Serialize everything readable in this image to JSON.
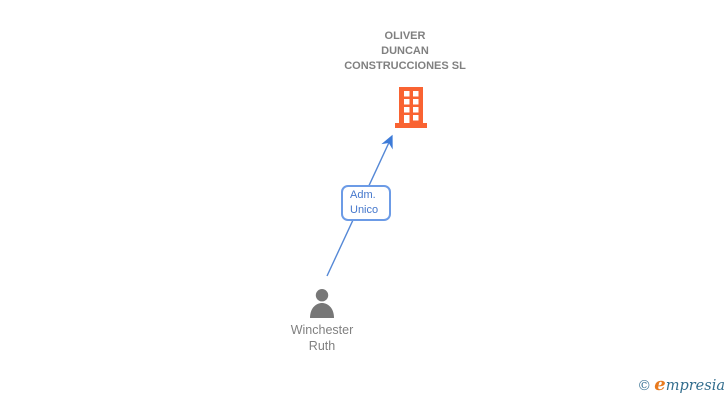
{
  "diagram": {
    "company": {
      "line1": "OLIVER",
      "line2": "DUNCAN",
      "line3": "CONSTRUCCIONES SL",
      "icon": "building-icon"
    },
    "relationship": {
      "line1": "Adm.",
      "line2": "Unico"
    },
    "person": {
      "line1": "Winchester",
      "line2": "Ruth",
      "icon": "person-icon"
    }
  },
  "brand": {
    "copyright": "©",
    "initial": "e",
    "rest": "mpresia"
  },
  "colors": {
    "building_orange": "#F96332",
    "arrow_blue": "#4E84D9",
    "box_border_blue": "#6C9BE6",
    "box_text_blue": "#4477CC",
    "label_gray": "#808080",
    "person_gray": "#777777",
    "brand_orange": "#E87A1E",
    "brand_teal": "#336E8E"
  }
}
